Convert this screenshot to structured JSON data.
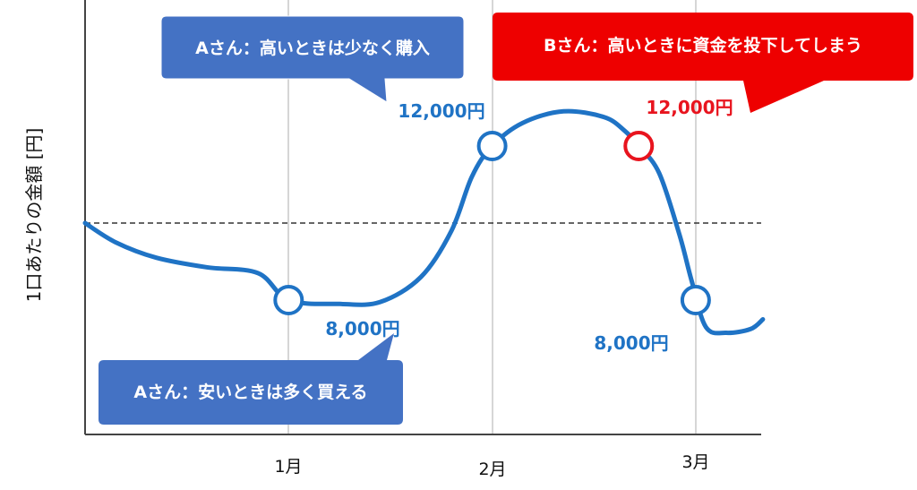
{
  "chart_data": {
    "type": "line",
    "ylabel": "1口あたりの金額 [円]",
    "x_ticks": [
      "1月",
      "2月",
      "3月"
    ],
    "grid": "vertical",
    "reference_line": {
      "style": "dashed",
      "value": 10000
    },
    "series": [
      {
        "color": "#1f73c5",
        "points": [
          [
            0.0,
            10000
          ],
          [
            0.15,
            9500
          ],
          [
            0.35,
            9100
          ],
          [
            0.6,
            8850
          ],
          [
            0.85,
            8700
          ],
          [
            1.0,
            8000
          ],
          [
            1.25,
            7900
          ],
          [
            1.45,
            7950
          ],
          [
            1.65,
            8600
          ],
          [
            1.8,
            9800
          ],
          [
            1.9,
            11200
          ],
          [
            2.0,
            12000
          ],
          [
            2.15,
            12600
          ],
          [
            2.35,
            12900
          ],
          [
            2.55,
            12750
          ],
          [
            2.65,
            12400
          ],
          [
            2.72,
            12000
          ],
          [
            2.82,
            11300
          ],
          [
            2.92,
            9700
          ],
          [
            2.98,
            8500
          ],
          [
            3.05,
            7300
          ],
          [
            3.15,
            7150
          ],
          [
            3.27,
            7250
          ],
          [
            3.33,
            7500
          ]
        ]
      }
    ],
    "markers": [
      {
        "x": 1.0,
        "y": 8000,
        "color": "#1f73c5",
        "label": "8,000円"
      },
      {
        "x": 2.0,
        "y": 12000,
        "color": "#1f73c5",
        "label": "12,000円"
      },
      {
        "x": 2.72,
        "y": 12000,
        "color": "#e8141e",
        "label": "12,000円"
      },
      {
        "x": 3.0,
        "y": 8000,
        "color": "#1f73c5",
        "label": "8,000円"
      }
    ],
    "callouts": [
      {
        "text": "Aさん：高いときは少なく購入",
        "color": "#4472c4"
      },
      {
        "text": "Bさん：高いときに資金を投下してしまう",
        "color": "#ee0000"
      },
      {
        "text": "Aさん：安いときは多く買える",
        "color": "#4472c4"
      }
    ]
  }
}
